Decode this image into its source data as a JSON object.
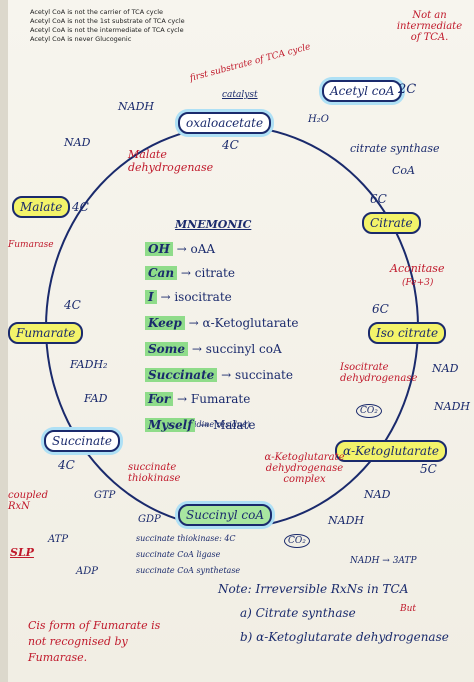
{
  "notes": [
    "Acetyl CoA is not the carrier of TCA cycle",
    "Acetyl CoA is not the 1st substrate of TCA cycle",
    "Acetyl CoA is not the intermediate of TCA cycle",
    "Acetyl CoA is never Glucogenic"
  ],
  "top_right_note": "Not an intermediate of TCA.",
  "first_substrate_note": "first substrate of TCA cycle",
  "catalyst_note": "catalyst",
  "metabolites": {
    "oxaloacetate": "oxaloacetate",
    "acetyl_coa": "Acetyl coA",
    "citrate": "Citrate",
    "isocitrate": "Iso citrate",
    "alpha_kg": "α-Ketoglutarate",
    "succinyl_coa": "Succinyl coA",
    "succinate": "Succinate",
    "fumarate": "Fumarate",
    "malate": "Malate"
  },
  "carbons": {
    "oaa": "4C",
    "acetyl": "2C",
    "citrate": "6C",
    "isocitrate": "6C",
    "akg": "5C",
    "succinate": "4C",
    "fumarate": "4C",
    "malate": "4C"
  },
  "enzymes": {
    "malate_dh": "Malate dehydrogenase",
    "citrate_synthase": "citrate synthase",
    "aconitase": "Aconitase",
    "aconitase_cofactor": "(Fe+3)",
    "isocitrate_dh": "Isocitrate dehydrogenase",
    "akg_dh": "α-Ketoglutarate dehydrogenase complex",
    "thiokinase": "succinate thiokinase",
    "fumarase": "Fumarase"
  },
  "cofactors": {
    "nadh_top": "NADH",
    "nad_top": "NAD",
    "h2o": "H₂O",
    "coa": "CoA",
    "nad_iso": "NAD",
    "nadh_iso": "NADH",
    "co2_iso": "CO₂",
    "nad_akg": "NAD",
    "nadh_akg": "NADH",
    "co2_akg": "CO₂",
    "fadh2": "FADH₂",
    "fad": "FAD",
    "gtp": "GTP",
    "gdp": "GDP",
    "atp": "ATP",
    "adp": "ADP",
    "histidine": "(Histidine residue)"
  },
  "mnemonic_title": "MNEMONIC",
  "mnemonic": [
    {
      "key": "OH",
      "value": "→ oAA"
    },
    {
      "key": "Can",
      "value": "→ citrate"
    },
    {
      "key": "I",
      "value": "→ isocitrate"
    },
    {
      "key": "Keep",
      "value": "→ α-Ketoglutarate"
    },
    {
      "key": "Some",
      "value": "→ succinyl coA"
    },
    {
      "key": "Succinate",
      "value": "→ succinate"
    },
    {
      "key": "For",
      "value": "→ Fumarate"
    },
    {
      "key": "Myself",
      "value": "→ Malate"
    }
  ],
  "thiokinase_notes": [
    "succinate thiokinase: 4C",
    "succinate CoA ligase",
    "succinate CoA synthetase"
  ],
  "coupled_note": "coupled RxN",
  "slp_note": "SLP",
  "nadh_note": "NADH → 3ATP",
  "irreversible_title": "Note: Irreversible RxNs in TCA",
  "irreversible_items": [
    "a) Citrate synthase",
    "b) α-Ketoglutarate dehydrogenase"
  ],
  "but_note": "But",
  "bottom_left_note": "Cis form of Fumarate is not recognised by Fumarase."
}
